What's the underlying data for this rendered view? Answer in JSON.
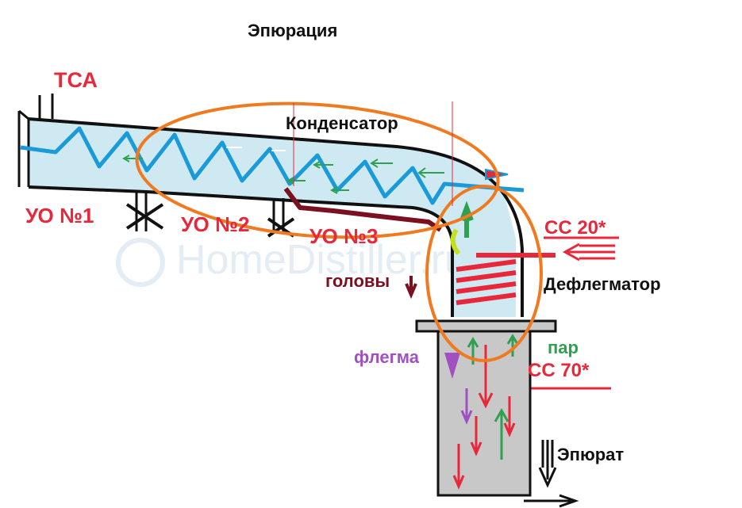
{
  "title": "Эпюрация",
  "labels": {
    "tsa": "ТСА",
    "condenser": "Конденсатор",
    "uo1": "УО №1",
    "uo2": "УО №2",
    "uo3": "УО №3",
    "cc20": "СС 20*",
    "heads": "головы",
    "dephlegmator": "Дефлегматор",
    "phlegm": "флегма",
    "steam": "пар",
    "cc70": "СС 70*",
    "epurat": "Эпюрат"
  },
  "watermark": "HomeDistiller.ru",
  "colors": {
    "red_text": "#e8283a",
    "coolant": "#1a9ad8",
    "condenser_fill": "#cfe9f3",
    "column_fill": "#c8c8c8",
    "highlight": "#f07a20",
    "reflux": "#a050c0",
    "vapor": "#2ea050",
    "heads": "#7a1020"
  }
}
